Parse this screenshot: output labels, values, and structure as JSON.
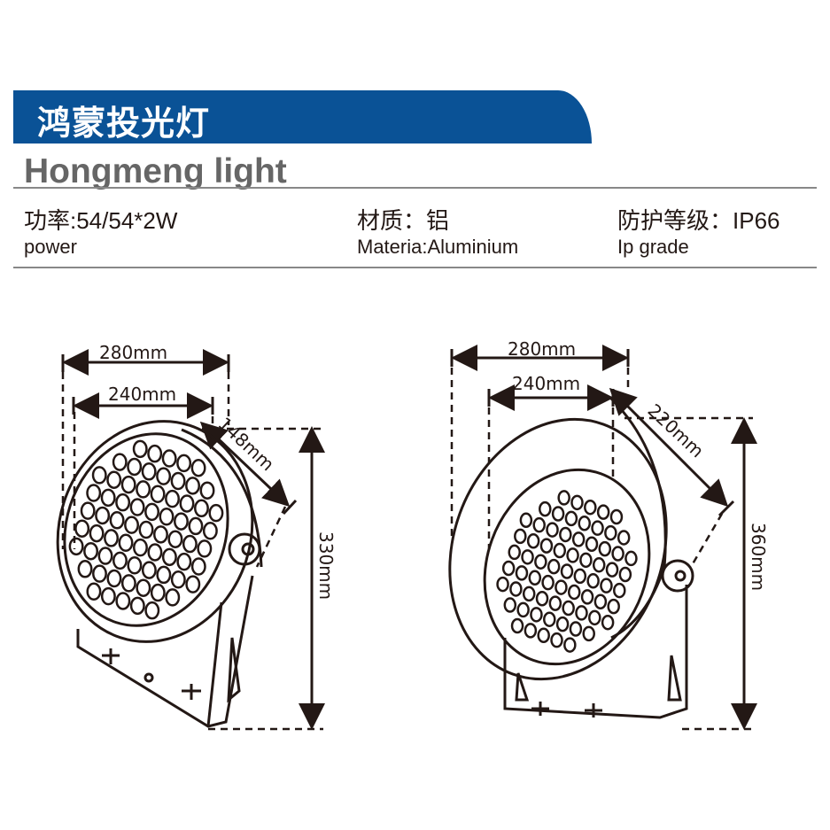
{
  "header": {
    "title_cn": "鸿蒙投光灯",
    "title_en": "Hongmeng light",
    "accent": "#0a5296"
  },
  "specs": [
    {
      "cn": "功率:54/54*2W",
      "en": "power"
    },
    {
      "cn": "材质：铝",
      "en": "Materia:Aluminium"
    },
    {
      "cn": "防护等级：IP66",
      "en": "Ip grade"
    }
  ],
  "drawings": [
    {
      "name": "front-view",
      "width_outer": "280mm",
      "width_inner": "240mm",
      "depth": "148mm",
      "height": "330mm"
    },
    {
      "name": "angled-view",
      "width_outer": "280mm",
      "width_inner": "240mm",
      "depth": "220mm",
      "height": "360mm"
    }
  ]
}
